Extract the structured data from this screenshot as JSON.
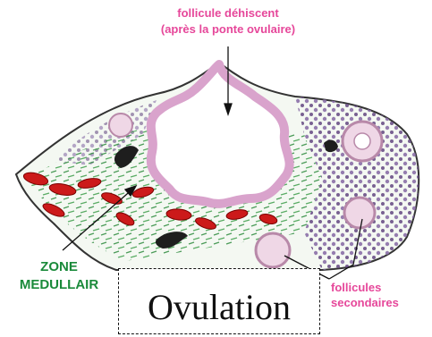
{
  "labels": {
    "top_line1": "follicule déhiscent",
    "top_line2": "(après la ponte ovulaire)",
    "zone_line1": "ZONE",
    "zone_line2": "MEDULLAIR",
    "right_line1": "follicules",
    "right_line2": "secondaires",
    "caption": "Ovulation"
  },
  "colors": {
    "label_pink": "#e6479a",
    "label_green": "#1a8a3a",
    "follicle_pink": "#d9a3cc",
    "stroma_green": "#2e8b3e",
    "vessel_red": "#cc1a1a",
    "cell_purple": "#6a4f86"
  }
}
